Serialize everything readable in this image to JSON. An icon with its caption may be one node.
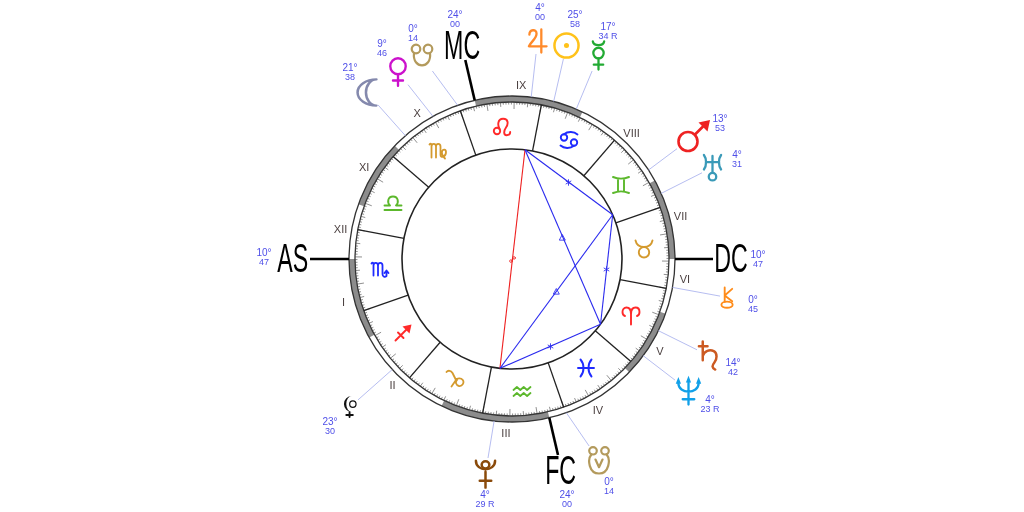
{
  "diagram": {
    "nodes": [
      {
        "text": [
          "21°",
          "38"
        ]
      },
      {
        "text": [
          "9°",
          "46"
        ]
      },
      {
        "text": [
          "0°",
          "14"
        ]
      },
      {
        "text": [
          "24°",
          "00",
          "MC"
        ]
      },
      {
        "text": [
          "4°",
          "00"
        ]
      },
      {
        "text": [
          "25°",
          "58"
        ]
      },
      {
        "text": [
          "17°",
          "34 R"
        ]
      },
      {
        "text": [
          "13°",
          "53"
        ]
      },
      {
        "text": [
          "4°",
          "31"
        ]
      },
      {
        "text": [
          "10°",
          "47",
          "AS"
        ]
      },
      {
        "text": [
          "DC",
          "10°",
          "47"
        ]
      },
      {
        "text": [
          "0°",
          "45"
        ]
      },
      {
        "text": [
          "14°",
          "42"
        ]
      },
      {
        "text": [
          "4°",
          "23 R"
        ]
      },
      {
        "text": [
          "23°",
          "30"
        ]
      },
      {
        "text": [
          "4°",
          "29 R"
        ]
      },
      {
        "text": [
          "FC",
          "24°",
          "00"
        ]
      },
      {
        "text": [
          "0°",
          "14"
        ]
      },
      {
        "text": [],
        "shape": "circle"
      }
    ],
    "edges": [
      {
        "from": 0,
        "to": 18,
        "arrow": "none"
      },
      {
        "from": 1,
        "to": 18,
        "arrow": "none"
      },
      {
        "from": 2,
        "to": 18,
        "arrow": "none"
      },
      {
        "from": 3,
        "to": 18,
        "arrow": "none",
        "style": "thick",
        "color": "#000000"
      },
      {
        "from": 4,
        "to": 18,
        "arrow": "none"
      },
      {
        "from": 5,
        "to": 18,
        "arrow": "none"
      },
      {
        "from": 6,
        "to": 18,
        "arrow": "none"
      },
      {
        "from": 7,
        "to": 18,
        "arrow": "none"
      },
      {
        "from": 8,
        "to": 18,
        "arrow": "none"
      },
      {
        "from": 9,
        "to": 18,
        "arrow": "none",
        "style": "thick",
        "color": "#000000"
      },
      {
        "from": 10,
        "to": 18,
        "arrow": "none",
        "style": "thick",
        "color": "#000000"
      },
      {
        "from": 11,
        "to": 18,
        "arrow": "none"
      },
      {
        "from": 12,
        "to": 18,
        "arrow": "none"
      },
      {
        "from": 13,
        "to": 18,
        "arrow": "none"
      },
      {
        "from": 14,
        "to": 18,
        "arrow": "none"
      },
      {
        "from": 15,
        "to": 18,
        "arrow": "none"
      },
      {
        "from": 16,
        "to": 18,
        "arrow": "none",
        "style": "thick",
        "color": "#000000"
      },
      {
        "from": 17,
        "to": 18,
        "arrow": "none"
      }
    ],
    "labels": [
      "IX",
      "X",
      "VIII",
      "XI",
      "VII",
      "XII",
      "VI",
      "I",
      "V",
      "II",
      "IV",
      "III"
    ]
  }
}
